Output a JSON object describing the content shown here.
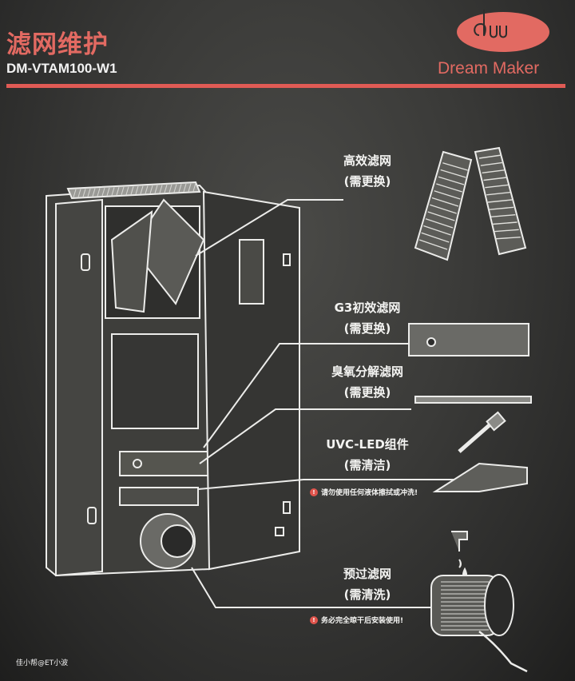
{
  "header": {
    "title": "滤网维护",
    "model": "DM-VTAM100-W1",
    "brand": "Dream Maker",
    "logo_text": "dm"
  },
  "parts": [
    {
      "name": "高效滤网",
      "note": "(需更换)"
    },
    {
      "name": "G3初效滤网",
      "note": "(需更换)"
    },
    {
      "name": "臭氧分解滤网",
      "note": "(需更换)"
    },
    {
      "name": "UVC-LED组件",
      "note": "(需清洁)",
      "warning": "请勿使用任何液体擦拭或冲洗!"
    },
    {
      "name": "预过滤网",
      "note": "(需清洗)",
      "warning": "务必完全晾干后安装使用!"
    }
  ],
  "watermark": "佳小帮@ET小波",
  "colors": {
    "accent": "#e05b55",
    "background": "#2d2d2c",
    "line": "#e8e8e6"
  }
}
